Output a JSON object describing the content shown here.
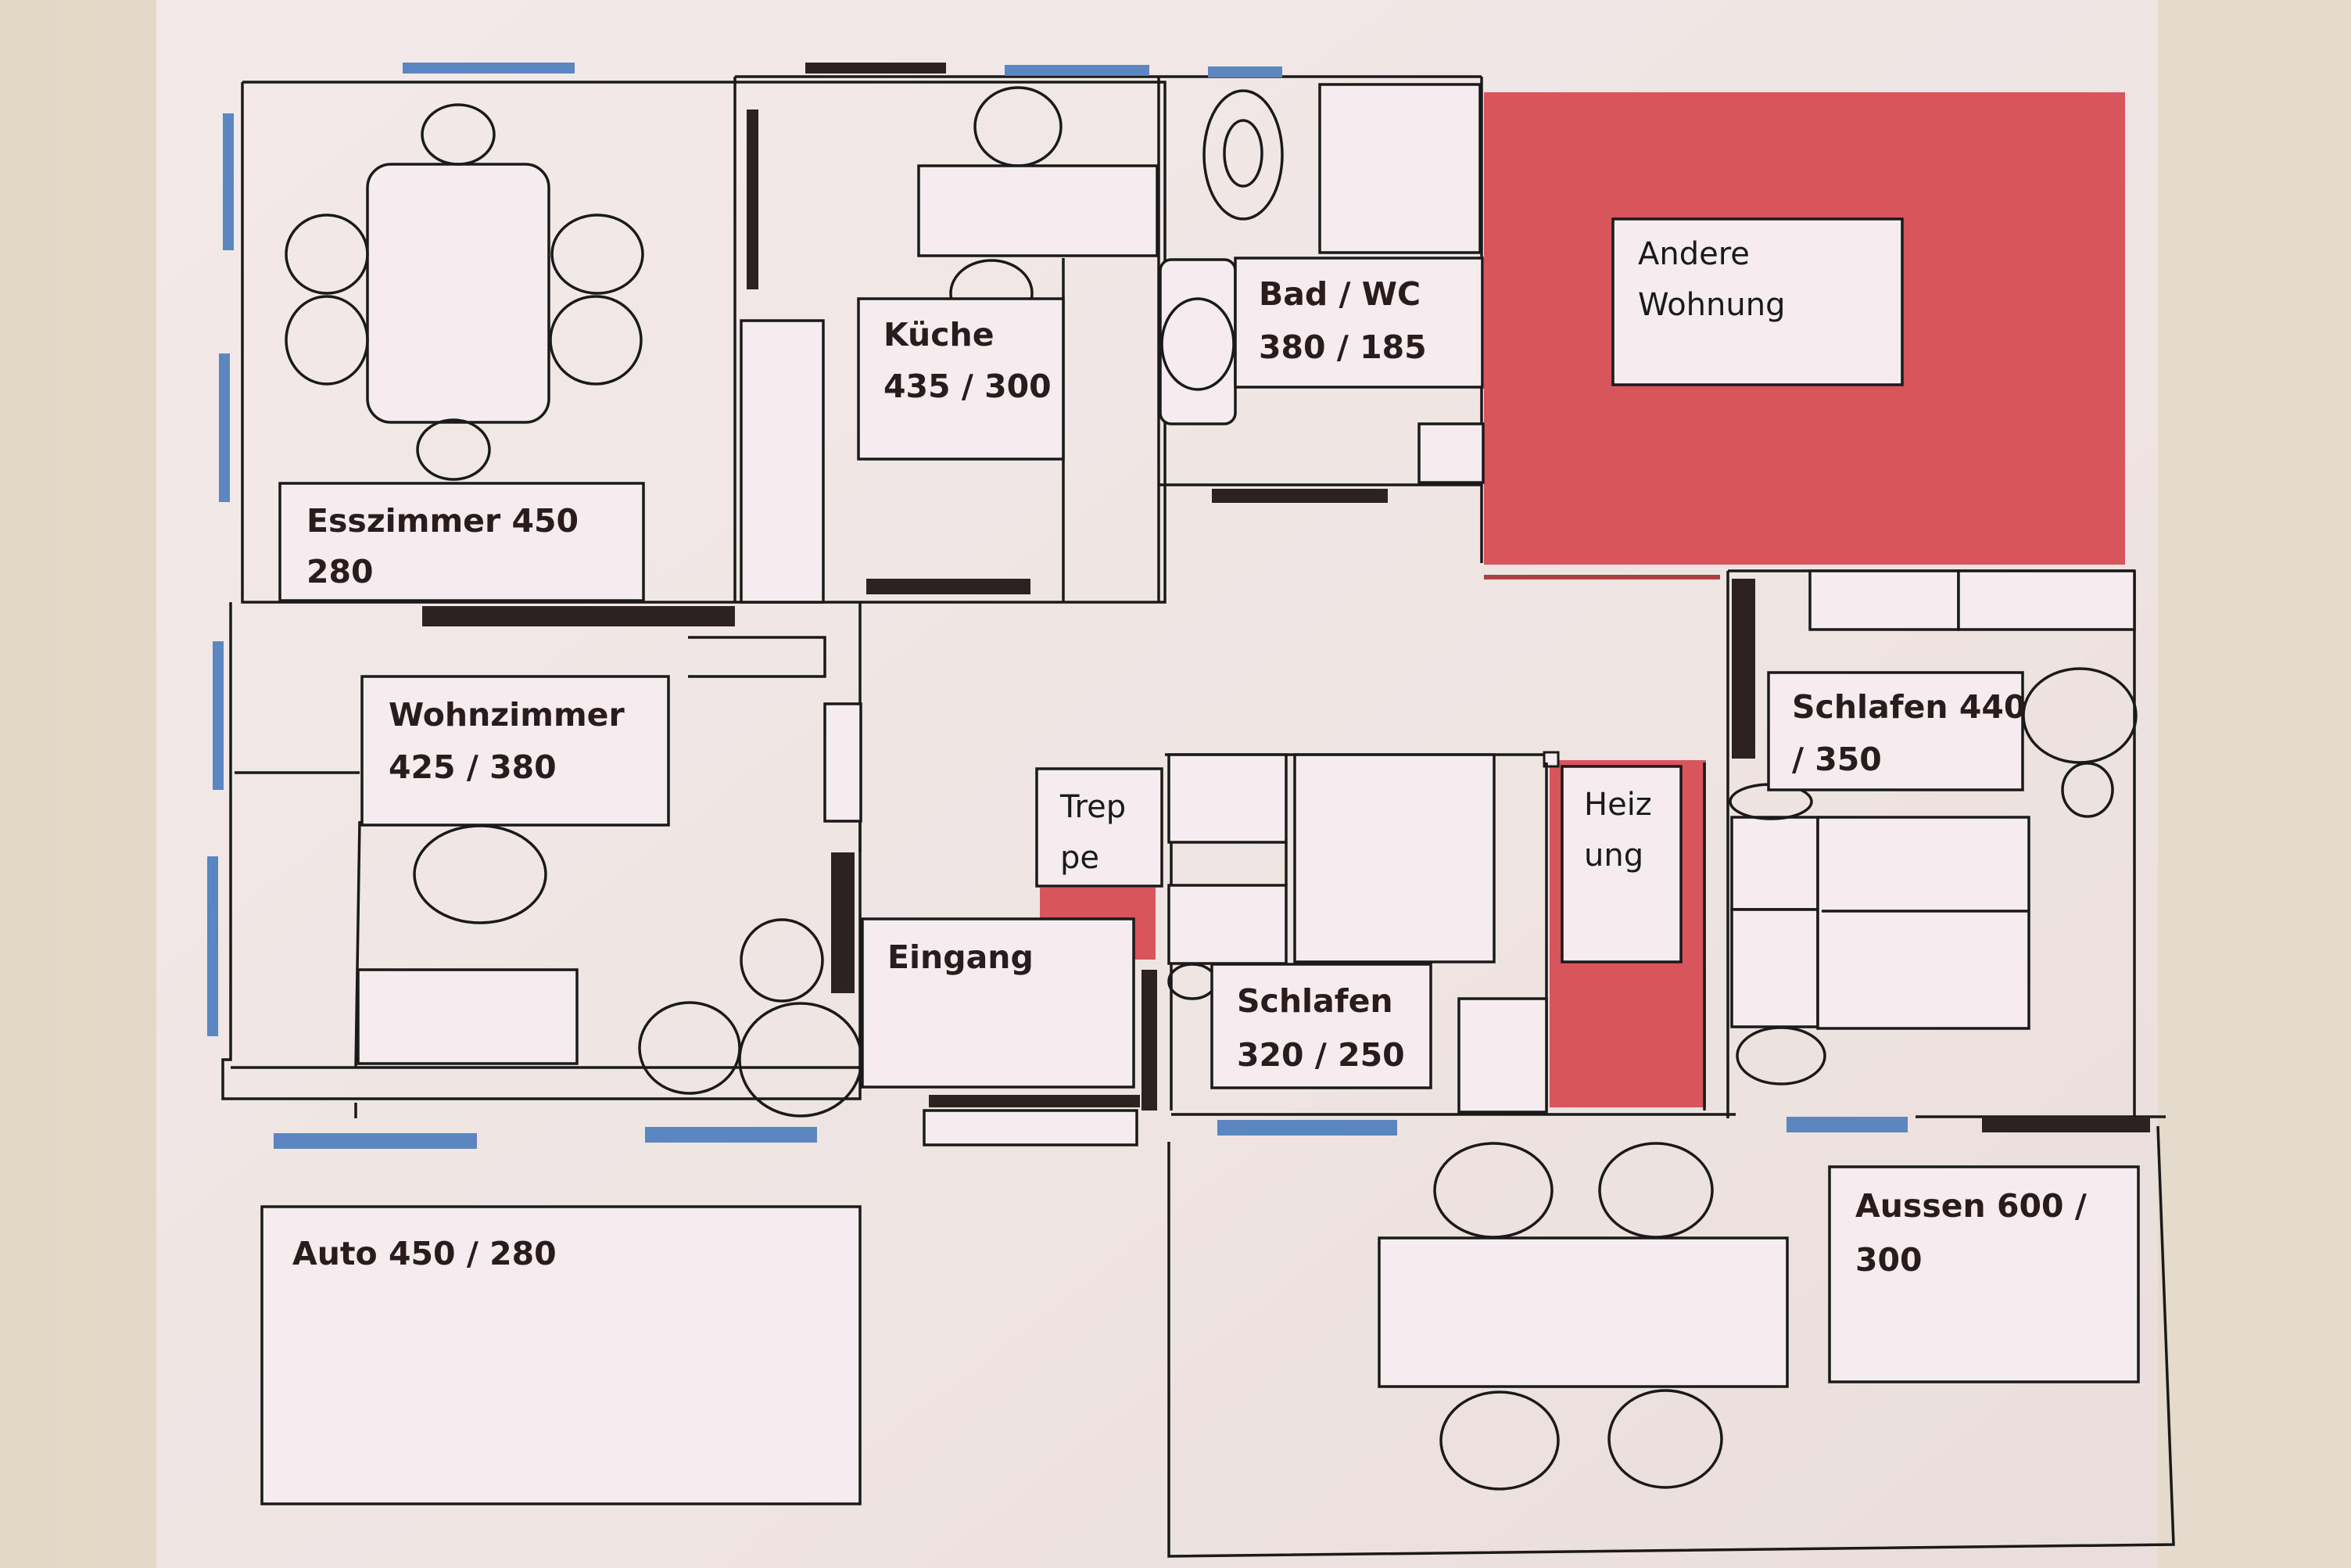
{
  "colors": {
    "background": "#e6dccd",
    "paper": "#efe6e4",
    "wall": "#1a1a1a",
    "window": "#5b86c0",
    "door": "#2b2222",
    "neighbor_unit": "#d9555c",
    "stair_fill": "#d9555c"
  },
  "rooms": {
    "esszimmer": {
      "line1": "Esszimmer 450",
      "line2": "280"
    },
    "kueche": {
      "line1": "Küche",
      "line2": "435 / 300"
    },
    "bad": {
      "line1": "Bad / WC",
      "line2": "380 / 185"
    },
    "andere": {
      "line1": "Andere",
      "line2": "Wohnung"
    },
    "wohnzimmer": {
      "line1": "Wohnzimmer",
      "line2": "425 / 380"
    },
    "treppe": {
      "line1": "Trep",
      "line2": "pe"
    },
    "eingang": {
      "line1": "Eingang"
    },
    "schlafen_mid": {
      "line1": "Schlafen",
      "line2": "320 / 250"
    },
    "heizung": {
      "line1": "Heiz",
      "line2": "ung"
    },
    "schlafen_right": {
      "line1": "Schlafen 440",
      "line2": "/ 350"
    },
    "auto": {
      "line1": "Auto 450 / 280"
    },
    "aussen": {
      "line1": "Aussen 600 /",
      "line2": "300"
    }
  }
}
